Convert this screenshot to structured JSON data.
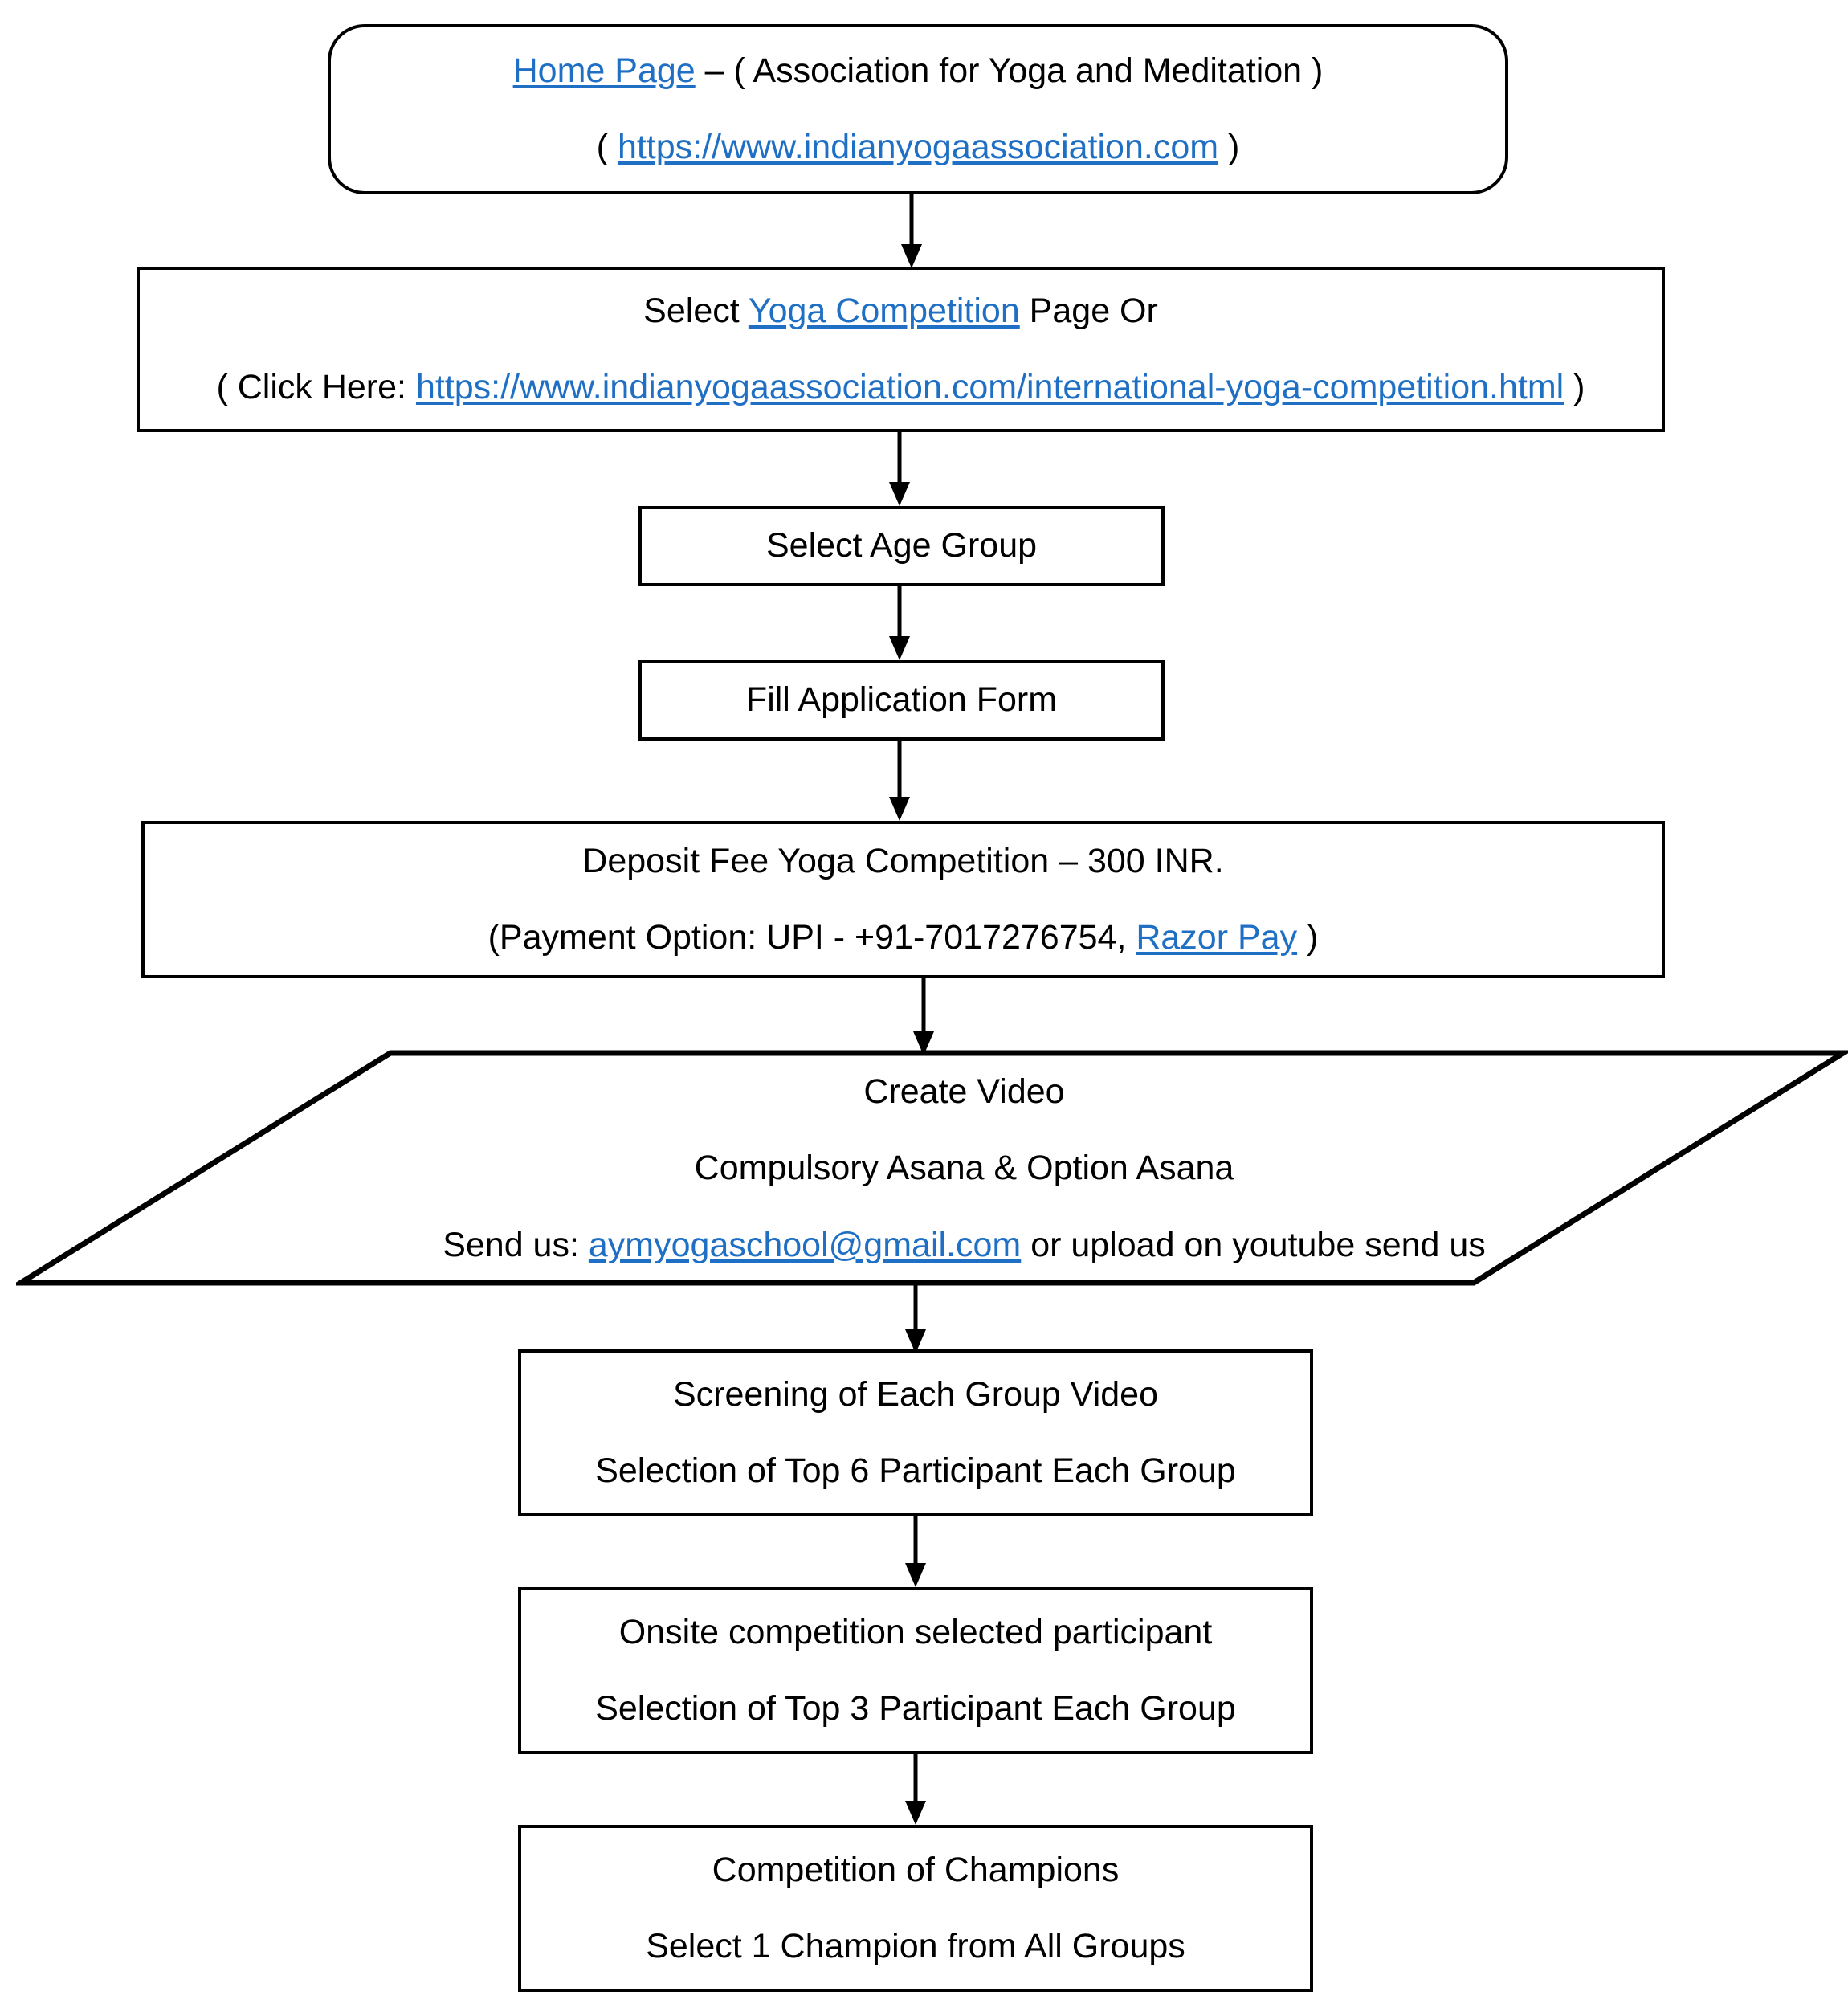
{
  "flowchart": {
    "title": "Yoga Competition Registration Process",
    "link_color": "#1f6fc4",
    "line_color": "#000000",
    "nodes": [
      {
        "id": "home-page",
        "shape": "rounded-rectangle",
        "lines": [
          {
            "segments": [
              {
                "text": "Home Page",
                "link": true
              },
              {
                "text": " – ( Association for Yoga and Meditation )",
                "link": false
              }
            ]
          },
          {
            "segments": [
              {
                "text": "( ",
                "link": false
              },
              {
                "text": "https://www.indianyogaassociation.com",
                "link": true
              },
              {
                "text": " )",
                "link": false
              }
            ]
          }
        ]
      },
      {
        "id": "select-yoga-competition",
        "shape": "rectangle",
        "lines": [
          {
            "segments": [
              {
                "text": "Select ",
                "link": false
              },
              {
                "text": "Yoga Competition",
                "link": true
              },
              {
                "text": " Page Or",
                "link": false
              }
            ]
          },
          {
            "segments": [
              {
                "text": "( Click Here: ",
                "link": false
              },
              {
                "text": "https://www.indianyogaassociation.com/international-yoga-competition.html",
                "link": true
              },
              {
                "text": " )",
                "link": false
              }
            ]
          }
        ]
      },
      {
        "id": "select-age-group",
        "shape": "rectangle",
        "lines": [
          {
            "segments": [
              {
                "text": "Select Age Group",
                "link": false
              }
            ]
          }
        ]
      },
      {
        "id": "fill-application-form",
        "shape": "rectangle",
        "lines": [
          {
            "segments": [
              {
                "text": "Fill Application Form",
                "link": false
              }
            ]
          }
        ]
      },
      {
        "id": "deposit-fee",
        "shape": "rectangle",
        "lines": [
          {
            "segments": [
              {
                "text": "Deposit Fee Yoga Competition – 300 INR.",
                "link": false
              }
            ]
          },
          {
            "segments": [
              {
                "text": "(Payment Option: UPI - +91-7017276754, ",
                "link": false
              },
              {
                "text": "Razor Pay",
                "link": true
              },
              {
                "text": " )",
                "link": false
              }
            ]
          }
        ]
      },
      {
        "id": "create-video",
        "shape": "parallelogram",
        "lines": [
          {
            "segments": [
              {
                "text": "Create Video",
                "link": false
              }
            ]
          },
          {
            "segments": [
              {
                "text": "Compulsory Asana & Option Asana",
                "link": false
              }
            ]
          },
          {
            "segments": [
              {
                "text": "Send us: ",
                "link": false
              },
              {
                "text": "aymyogaschool@gmail.com",
                "link": true
              },
              {
                "text": " or upload on youtube send us",
                "link": false
              }
            ]
          }
        ]
      },
      {
        "id": "screening",
        "shape": "rectangle",
        "lines": [
          {
            "segments": [
              {
                "text": "Screening of Each Group Video",
                "link": false
              }
            ]
          },
          {
            "segments": [
              {
                "text": "Selection of Top 6 Participant Each Group",
                "link": false
              }
            ]
          }
        ]
      },
      {
        "id": "onsite-competition",
        "shape": "rectangle",
        "lines": [
          {
            "segments": [
              {
                "text": "Onsite competition selected participant",
                "link": false
              }
            ]
          },
          {
            "segments": [
              {
                "text": "Selection of Top 3 Participant Each Group",
                "link": false
              }
            ]
          }
        ]
      },
      {
        "id": "competition-of-champions",
        "shape": "rectangle",
        "lines": [
          {
            "segments": [
              {
                "text": "Competition of Champions",
                "link": false
              }
            ]
          },
          {
            "segments": [
              {
                "text": "Select 1 Champion from All Groups",
                "link": false
              }
            ]
          }
        ]
      }
    ],
    "text": {
      "home_page_label": "Home Page",
      "home_page_rest": " – ( Association for Yoga and Meditation )",
      "home_page_url_open": "( ",
      "home_page_url": "https://www.indianyogaassociation.com",
      "home_page_url_close": " )",
      "select_prefix": "Select ",
      "yoga_competition_link": "Yoga Competition",
      "select_suffix": " Page Or",
      "click_here_prefix": "( Click Here: ",
      "competition_url": "https://www.indianyogaassociation.com/international-yoga-competition.html",
      "click_here_suffix": " )",
      "select_age_group": "Select Age Group",
      "fill_application_form": "Fill Application Form",
      "deposit_fee": "Deposit Fee Yoga Competition – 300 INR.",
      "payment_prefix": "(Payment Option: UPI - +91-7017276754, ",
      "razor_pay": "Razor Pay",
      "payment_suffix": " )",
      "create_video": "Create Video",
      "compulsory_asana": "Compulsory Asana & Option Asana",
      "send_us_prefix": "Send us: ",
      "email": "aymyogaschool@gmail.com",
      "send_us_suffix": " or upload on youtube send us",
      "screening_line1": "Screening of Each Group Video",
      "screening_line2": "Selection of Top 6 Participant Each Group",
      "onsite_line1": "Onsite competition selected participant",
      "onsite_line2": "Selection of Top 3 Participant Each Group",
      "champions_line1": "Competition of Champions",
      "champions_line2": "Select 1 Champion from All Groups"
    },
    "connectors": [
      {
        "id": "arrow-home-to-select",
        "from": "home-page",
        "to": "select-yoga-competition"
      },
      {
        "id": "arrow-select-to-age",
        "from": "select-yoga-competition",
        "to": "select-age-group"
      },
      {
        "id": "arrow-age-to-form",
        "from": "select-age-group",
        "to": "fill-application-form"
      },
      {
        "id": "arrow-form-to-fee",
        "from": "fill-application-form",
        "to": "deposit-fee"
      },
      {
        "id": "arrow-fee-to-video",
        "from": "deposit-fee",
        "to": "create-video"
      },
      {
        "id": "arrow-video-to-screening",
        "from": "create-video",
        "to": "screening"
      },
      {
        "id": "arrow-screening-to-onsite",
        "from": "screening",
        "to": "onsite-competition"
      },
      {
        "id": "arrow-onsite-to-champions",
        "from": "onsite-competition",
        "to": "competition-of-champions"
      }
    ]
  }
}
